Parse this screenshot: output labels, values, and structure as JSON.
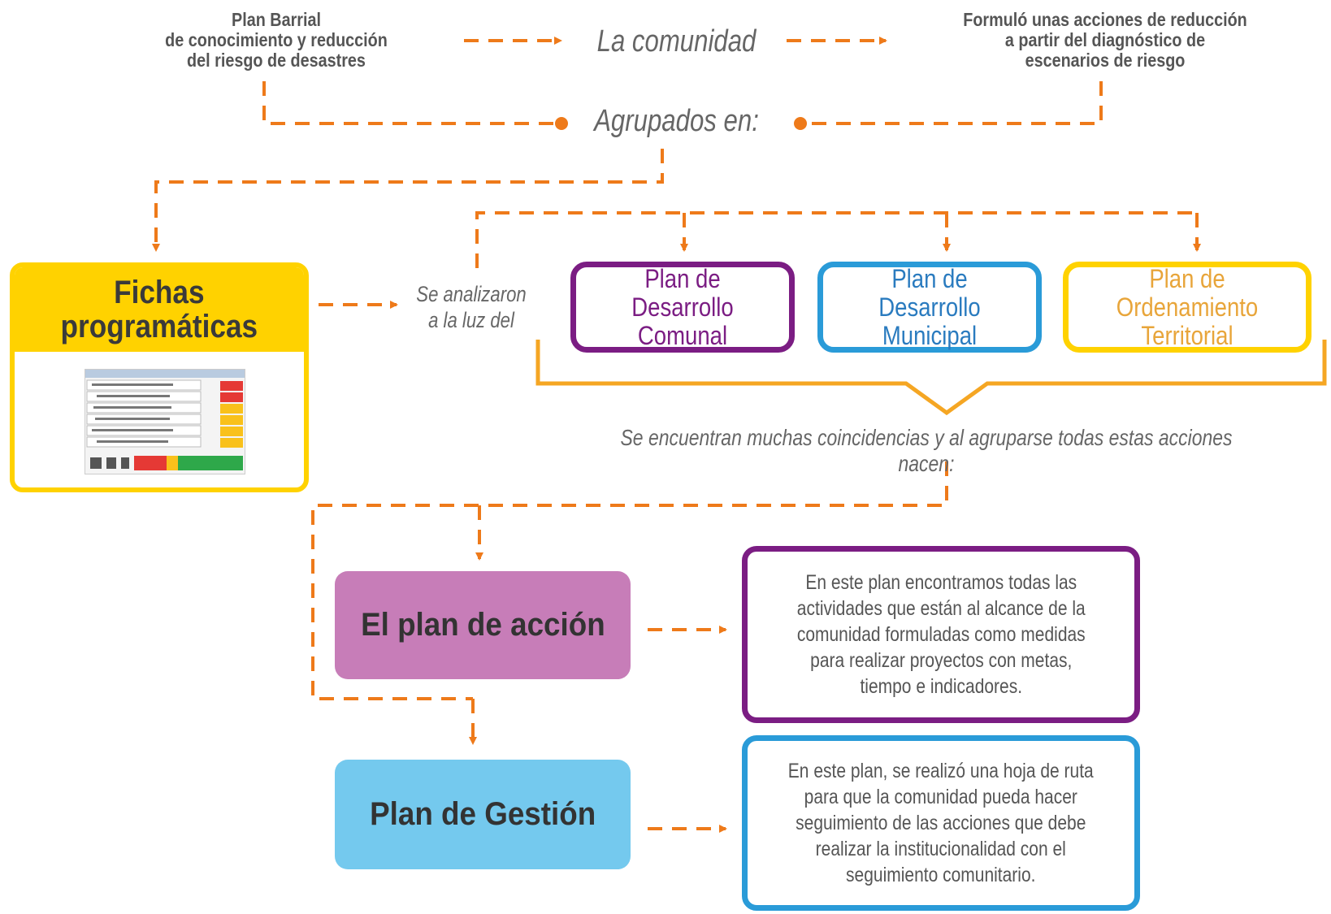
{
  "colors": {
    "connector": "#ee7a1a",
    "brace": "#f5a623",
    "purple": "#7b1d83",
    "blue": "#2a9bd8",
    "yellow": "#ffd200",
    "orange_text": "#e8a53a",
    "action_fill": "#c77db8",
    "gestion_fill": "#74c9ee"
  },
  "top": {
    "plan_barrial": "Plan Barrial\nde conocimiento y reducción\ndel riesgo de desastres",
    "comunidad": "La comunidad",
    "formulo": "Formuló unas acciones de reducción\na partir del diagnóstico de\nescenarios de riesgo",
    "agrupados": "Agrupados en:"
  },
  "fichas": {
    "title": "Fichas\nprogramáticas",
    "thumbnail_icon": "spreadsheet-thumbnail"
  },
  "analizaron": "Se analizaron\na la luz del",
  "plans": {
    "comunal": "Plan de Desarrollo\nComunal",
    "municipal": "Plan de Desarrollo\nMunicipal",
    "ordenamiento": "Plan de Ordenamiento\nTerritorial"
  },
  "coincidencias": "Se encuentran muchas coincidencias y al agruparse todas estas acciones nacen:",
  "accion": {
    "title": "El plan de acción",
    "description": "En este plan encontramos todas las\nactividades que están al alcance de la\ncomunidad formuladas como medidas\npara realizar proyectos con metas,\ntiempo e indicadores."
  },
  "gestion": {
    "title": "Plan de Gestión",
    "description": "En este plan, se realizó una hoja de ruta\npara que la comunidad pueda hacer\nseguimiento de las acciones que debe\nrealizar la institucionalidad con el\nseguimiento comunitario."
  }
}
